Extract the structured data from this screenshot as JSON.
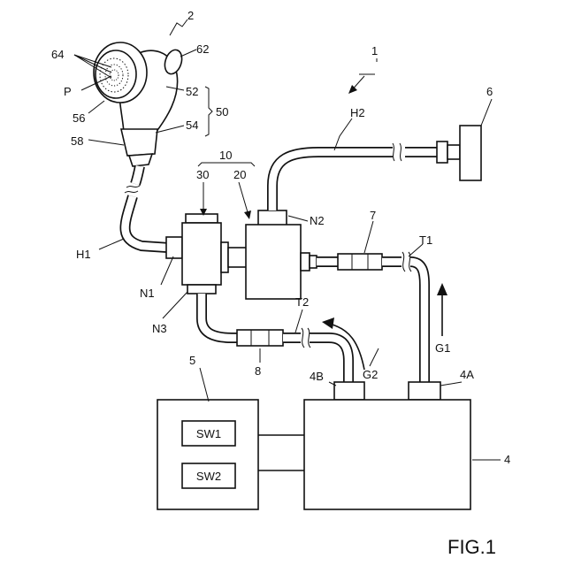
{
  "labels": {
    "n2": "2",
    "n1": "1",
    "n64": "64",
    "n62": "62",
    "nP": "P",
    "n52": "52",
    "n50": "50",
    "n56": "56",
    "n54": "54",
    "n58": "58",
    "n6": "6",
    "nH2": "H2",
    "n10": "10",
    "n30": "30",
    "n20": "20",
    "nN2": "N2",
    "n7": "7",
    "nT1": "T1",
    "nH1": "H1",
    "nN1": "N1",
    "nN3": "N3",
    "nT2": "T2",
    "nG1": "G1",
    "nG2": "G2",
    "n5": "5",
    "n4B": "4B",
    "n4A": "4A",
    "n8": "8",
    "n4": "4"
  },
  "controller": {
    "switches": [
      "SW1",
      "SW2"
    ]
  },
  "figure_label": "FIG.1"
}
